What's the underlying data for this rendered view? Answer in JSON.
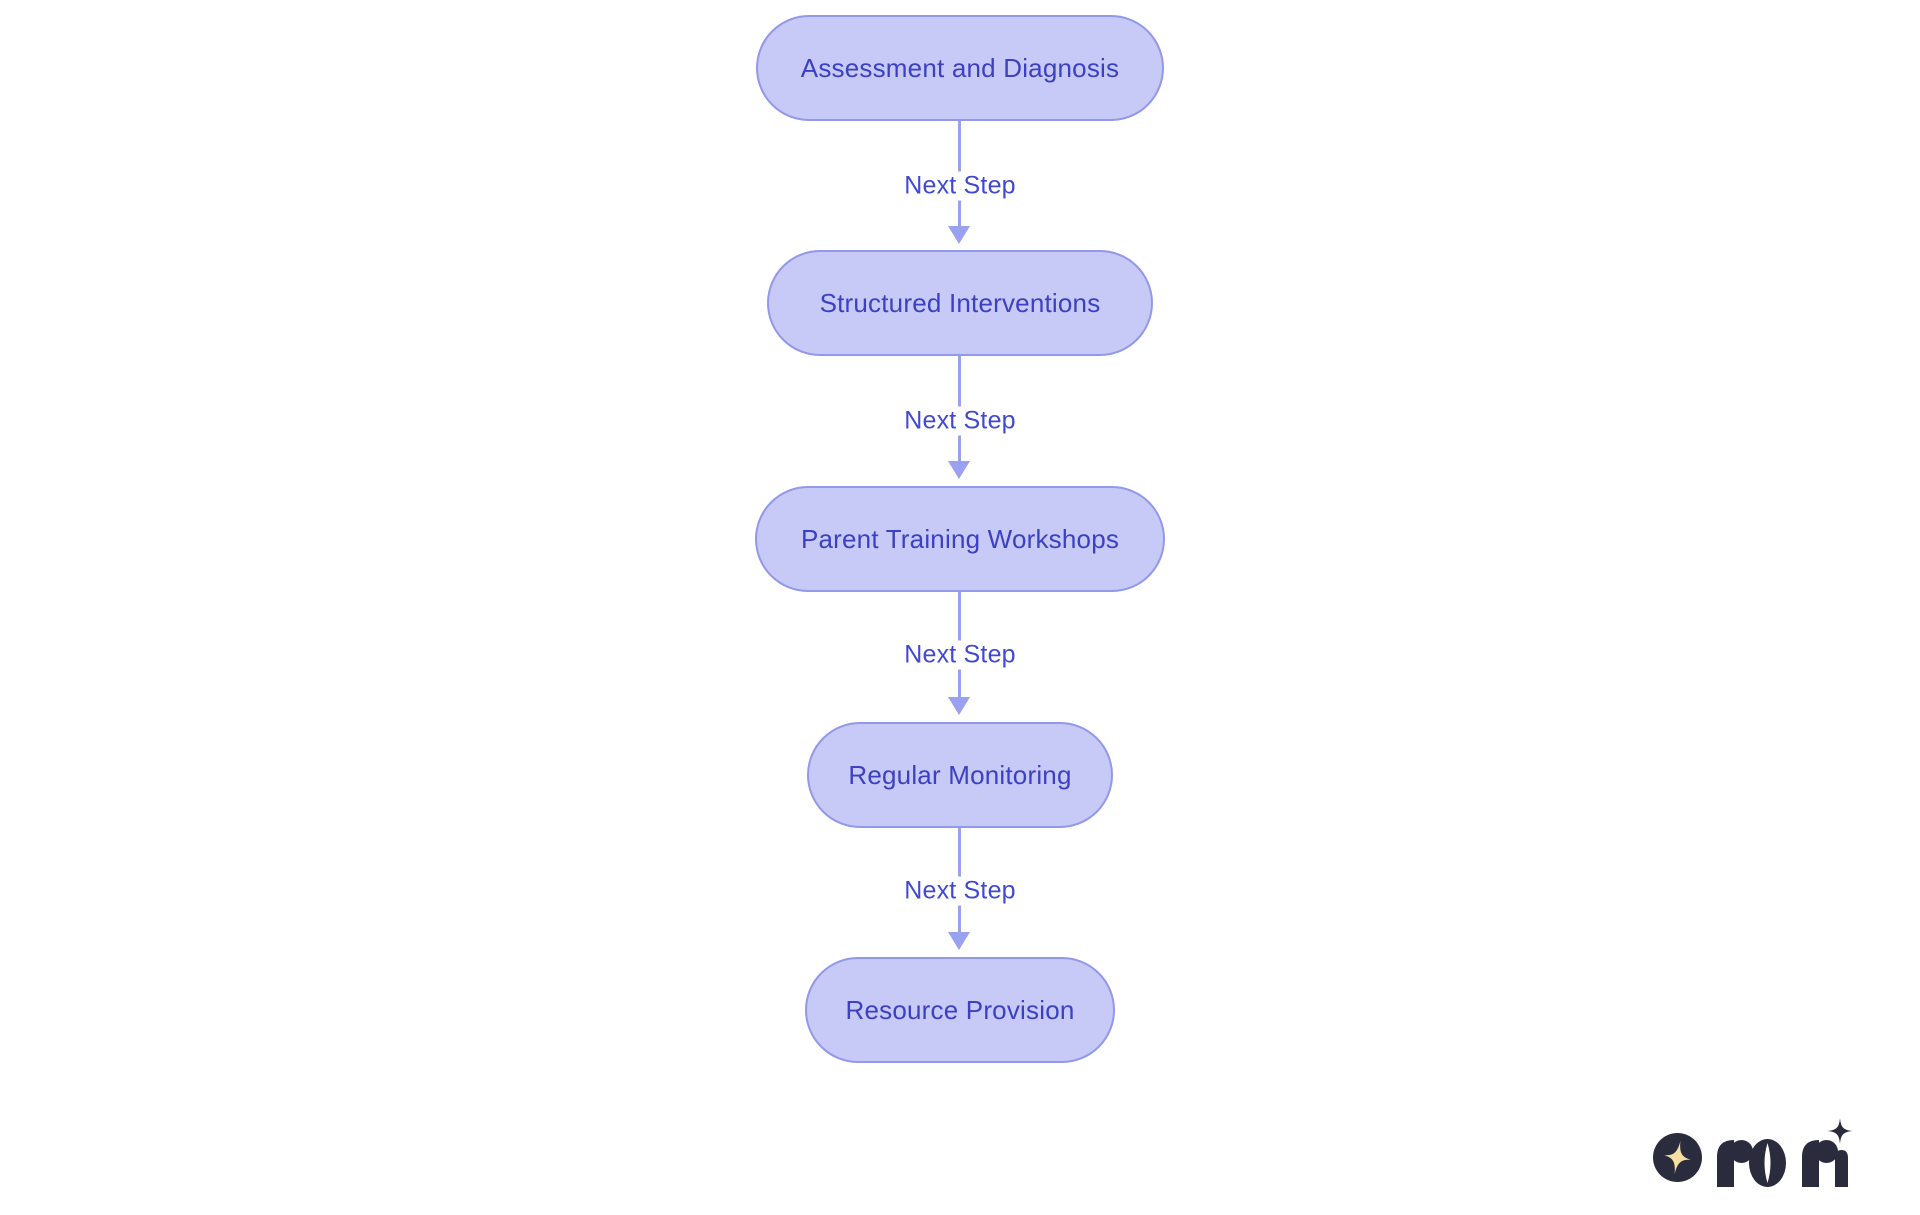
{
  "flowchart": {
    "nodes": [
      {
        "label": "Assessment and Diagnosis"
      },
      {
        "label": "Structured Interventions"
      },
      {
        "label": "Parent Training Workshops"
      },
      {
        "label": "Regular Monitoring"
      },
      {
        "label": "Resource Provision"
      }
    ],
    "edges": [
      {
        "label": "Next Step"
      },
      {
        "label": "Next Step"
      },
      {
        "label": "Next Step"
      },
      {
        "label": "Next Step"
      }
    ],
    "colors": {
      "background": "#ffffff",
      "node_fill": "#c7c9f6",
      "node_border": "#9298ea",
      "node_text": "#3b41c2",
      "edge_line": "#9ba1f1",
      "edge_label_text": "#4149d2"
    }
  },
  "branding": {
    "wordmark": "rori",
    "badge_icon": "four-point-star",
    "colors": {
      "logo_dark": "#2b2b3e",
      "logo_star_gold": "#f5dfa0"
    }
  }
}
